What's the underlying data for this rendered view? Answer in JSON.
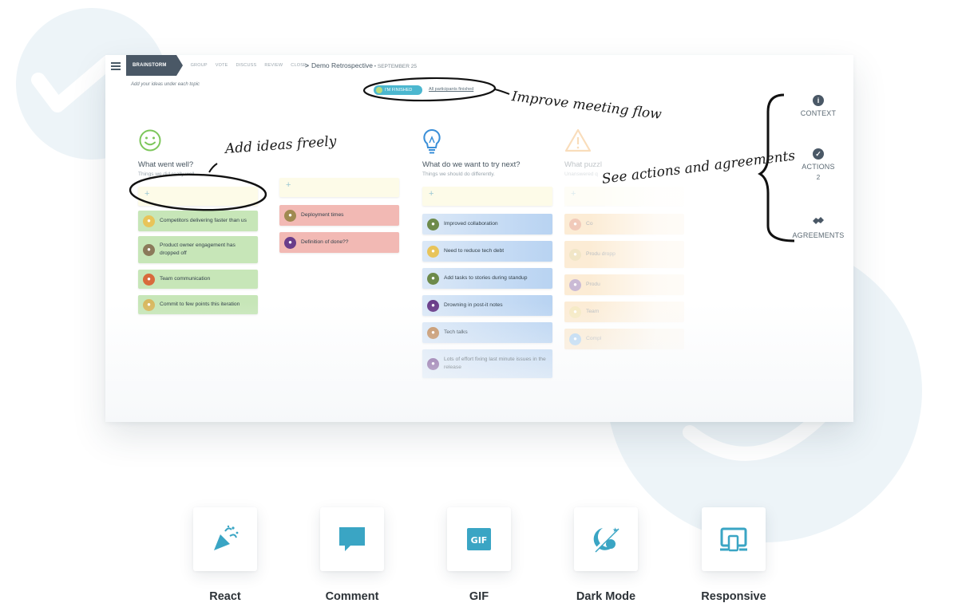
{
  "app": {
    "stages": {
      "active": "BRAINSTORM",
      "others": [
        "GROUP",
        "VOTE",
        "DISCUSS",
        "REVIEW",
        "CLOSE"
      ]
    },
    "breadcrumb": {
      "arrow": ">",
      "title": "Demo Retrospective",
      "separator": " • ",
      "date": "SEPTEMBER 25"
    },
    "hint": "Add your ideas under each topic",
    "finished_button": "I'M FINISHED",
    "all_participants": "All participants finished",
    "columns": [
      {
        "title": "What went well?",
        "subtitle": "Things we did really well.",
        "add": "+",
        "cards": [
          "Competitors delivering faster than us",
          "Product owner engagement has dropped off",
          "Team communication",
          "Commit to few points this iteration"
        ]
      },
      {
        "title": "",
        "subtitle": "",
        "add": "+",
        "cards": [
          "Deployment times",
          "Definition of done??"
        ]
      },
      {
        "title": "What do we want to try next?",
        "subtitle": "Things we should do differently.",
        "add": "+",
        "cards": [
          "Improved collaboration",
          "Need to reduce tech debt",
          "Add tasks to stories during standup",
          "Drowning in post-it notes",
          "Tech talks",
          "Lots of effort fixing last minute issues in the release"
        ]
      },
      {
        "title": "What puzzl",
        "subtitle": "Unanswered q",
        "add": "+",
        "cards": [
          "Co",
          "Produ dropp",
          "Produ",
          "Team",
          "Compl"
        ]
      }
    ]
  },
  "side_panel": {
    "context": "CONTEXT",
    "actions": "ACTIONS",
    "actions_count": "2",
    "agreements": "AGREEMENTS"
  },
  "annotations": {
    "improve": "Improve meeting flow",
    "add_ideas": "Add ideas freely",
    "see_actions": "See actions and agreements"
  },
  "features": [
    {
      "label": "React",
      "icon": "party-popper-icon"
    },
    {
      "label": "Comment",
      "icon": "comment-bubble-icon"
    },
    {
      "label": "GIF",
      "icon": "gif-icon",
      "text": "GIF"
    },
    {
      "label": "Dark Mode",
      "icon": "dark-mode-icon"
    },
    {
      "label": "Responsive",
      "icon": "devices-icon"
    }
  ],
  "colors": {
    "accent": "#4cb7cf",
    "header": "#4a5866",
    "green_card": "#c7e6b8",
    "red_card": "#f2b9b4",
    "blue_card": "#b8d3f2",
    "add_box": "#fdfbe8",
    "icon_teal": "#3aa5c4"
  }
}
